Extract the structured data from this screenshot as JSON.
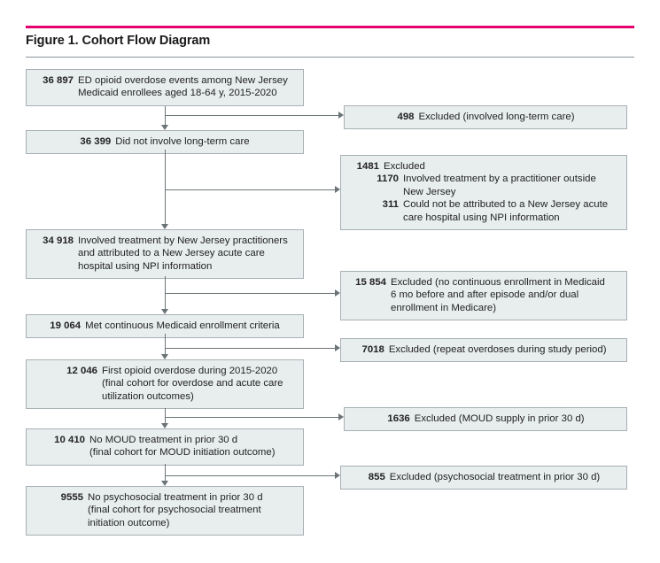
{
  "figure": {
    "title": "Figure 1. Cohort Flow Diagram",
    "accent_color": "#e5006d",
    "rule_color": "#8b9399",
    "box_fill": "#e8edee",
    "box_border": "#a8b0b4",
    "connector_color": "#6c7478"
  },
  "flow": {
    "main_nodes": [
      {
        "id": "node-enrollment",
        "lines": [
          {
            "num": "36 897",
            "text": "ED opioid overdose events among New Jersey"
          },
          {
            "num": "",
            "text": "Medicaid enrollees aged 18-64 y, 2015-2020"
          }
        ]
      },
      {
        "id": "node-no-ltc",
        "lines": [
          {
            "num": "36 399",
            "text": "Did not involve long-term care"
          }
        ]
      },
      {
        "id": "node-nj-practitioners",
        "lines": [
          {
            "num": "34 918",
            "text": "Involved treatment by New Jersey practitioners"
          },
          {
            "num": "",
            "text": "and attributed to a New Jersey acute care"
          },
          {
            "num": "",
            "text": "hospital using NPI information"
          }
        ]
      },
      {
        "id": "node-continuous-enrollment",
        "lines": [
          {
            "num": "19 064",
            "text": "Met continuous Medicaid enrollment criteria"
          }
        ]
      },
      {
        "id": "node-first-overdose",
        "lines": [
          {
            "num": "12 046",
            "text": "First opioid overdose during 2015-2020"
          },
          {
            "num": "",
            "text": "(final cohort for overdose and acute care"
          },
          {
            "num": "",
            "text": "utilization outcomes)"
          }
        ]
      },
      {
        "id": "node-no-moud",
        "lines": [
          {
            "num": "10 410",
            "text": "No MOUD treatment in prior 30 d"
          },
          {
            "num": "",
            "text": "(final cohort for MOUD initiation outcome)"
          }
        ]
      },
      {
        "id": "node-no-psychosocial",
        "lines": [
          {
            "num": "9555",
            "text": "No psychosocial treatment in prior 30 d"
          },
          {
            "num": "",
            "text": "(final cohort for psychosocial treatment"
          },
          {
            "num": "",
            "text": "initiation outcome)"
          }
        ]
      }
    ],
    "exclusion_nodes": [
      {
        "id": "excl-long-term-care",
        "lines": [
          {
            "num": "498",
            "text": "Excluded (involved long-term care)"
          }
        ],
        "sublines": []
      },
      {
        "id": "excl-outside-nj",
        "lines": [
          {
            "num": "1481",
            "text": "Excluded"
          }
        ],
        "sublines": [
          {
            "num": "1170",
            "text": "Involved treatment by a practitioner outside"
          },
          {
            "num": "",
            "text": "New Jersey"
          },
          {
            "num": "311",
            "text": "Could not be attributed to a New Jersey acute"
          },
          {
            "num": "",
            "text": "care hospital using NPI information"
          }
        ]
      },
      {
        "id": "excl-no-continuous-enrollment",
        "lines": [
          {
            "num": "15 854",
            "text": "Excluded (no continuous enrollment in Medicaid"
          },
          {
            "num": "",
            "text": "6 mo before and after episode and/or dual"
          },
          {
            "num": "",
            "text": "enrollment in Medicare)"
          }
        ],
        "sublines": []
      },
      {
        "id": "excl-repeat-overdoses",
        "lines": [
          {
            "num": "7018",
            "text": "Excluded (repeat overdoses during study period)"
          }
        ],
        "sublines": []
      },
      {
        "id": "excl-moud-supply",
        "lines": [
          {
            "num": "1636",
            "text": "Excluded (MOUD supply in prior 30 d)"
          }
        ],
        "sublines": []
      },
      {
        "id": "excl-psychosocial",
        "lines": [
          {
            "num": "855",
            "text": "Excluded (psychosocial treatment in prior 30 d)"
          }
        ],
        "sublines": []
      }
    ]
  }
}
